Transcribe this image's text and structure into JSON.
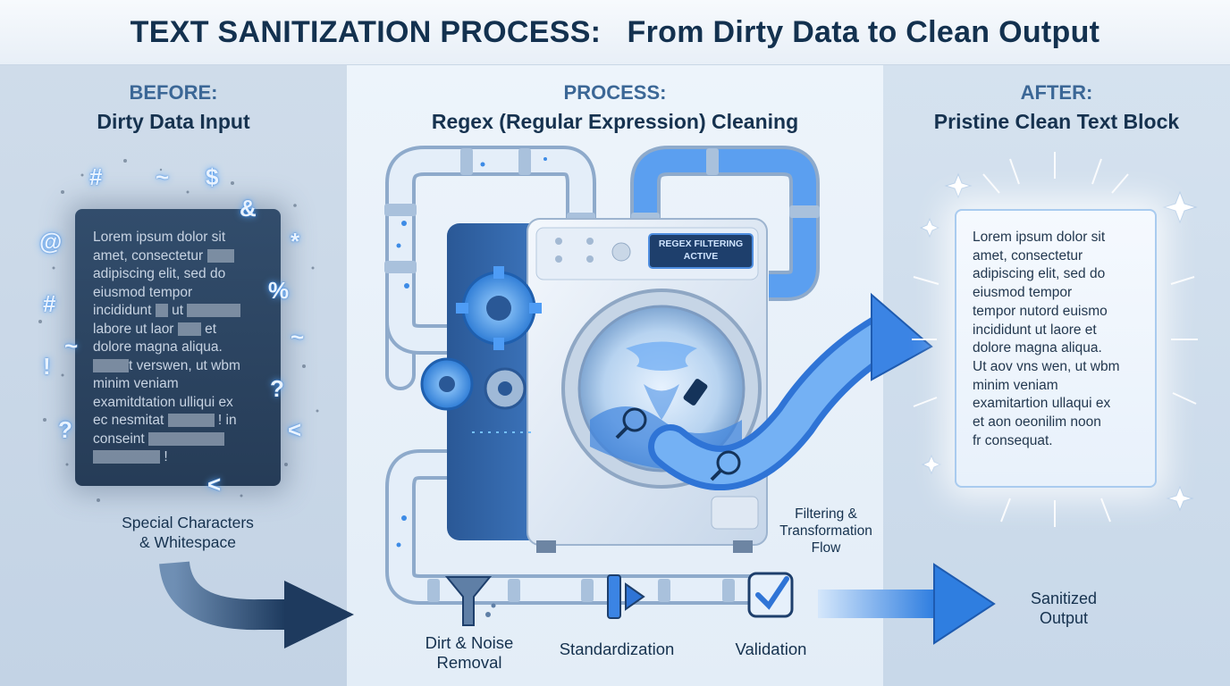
{
  "header": {
    "title": "TEXT SANITIZATION PROCESS:   From Dirty Data to Clean Output"
  },
  "before": {
    "kicker": "BEFORE:",
    "subtitle": "Dirty Data Input",
    "dirty_lines": [
      "Lorem ipsum dolor sit",
      "amet, consectetur",
      "adipiscing elit, sed do",
      "eiusmod tempor",
      "incididunt",
      "labore ut laor",
      "dolore magna aliqua.",
      "t verswen, ut wbm",
      "minim veniam",
      "examitdtation ulliqui ex",
      "ec nesmitat",
      "conseint",
      ""
    ],
    "line_frag_ut": "ut",
    "line_frag_et": "et",
    "line_frag_in": "! in",
    "line_frag_bang": "!",
    "symbols": [
      "#",
      "~",
      "$",
      "&",
      "@",
      "*",
      "%",
      "#",
      "~",
      "~",
      "!",
      "?",
      "?",
      "<",
      "<"
    ],
    "caption_1": "Special Characters",
    "caption_2": "& Whitespace"
  },
  "process": {
    "kicker": "PROCESS:",
    "subtitle": "Regex (Regular Expression) Cleaning",
    "display_1": "REGEX FILTERING",
    "display_2": "ACTIVE",
    "flow_1": "Filtering &",
    "flow_2": "Transformation",
    "flow_3": "Flow",
    "stages": [
      {
        "line1": "Dirt & Noise",
        "line2": "Removal"
      },
      {
        "line1": "Standardization",
        "line2": ""
      },
      {
        "line1": "Validation",
        "line2": ""
      }
    ]
  },
  "after": {
    "kicker": "AFTER:",
    "subtitle": "Pristine Clean Text Block",
    "clean_lines": [
      "Lorem ipsum dolor sit",
      "amet, consectetur",
      "adipiscing elit, sed do",
      "eiusmod tempor",
      "tempor nutord euismo",
      "incididunt ut laore et",
      "dolore magna aliqua.",
      "Ut aov vns wen, ut wbm",
      "minim veniam",
      "examitartion ullaqui ex",
      "et aon oeonilim noon",
      "fr consequat."
    ],
    "output_1": "Sanitized",
    "output_2": "Output"
  }
}
